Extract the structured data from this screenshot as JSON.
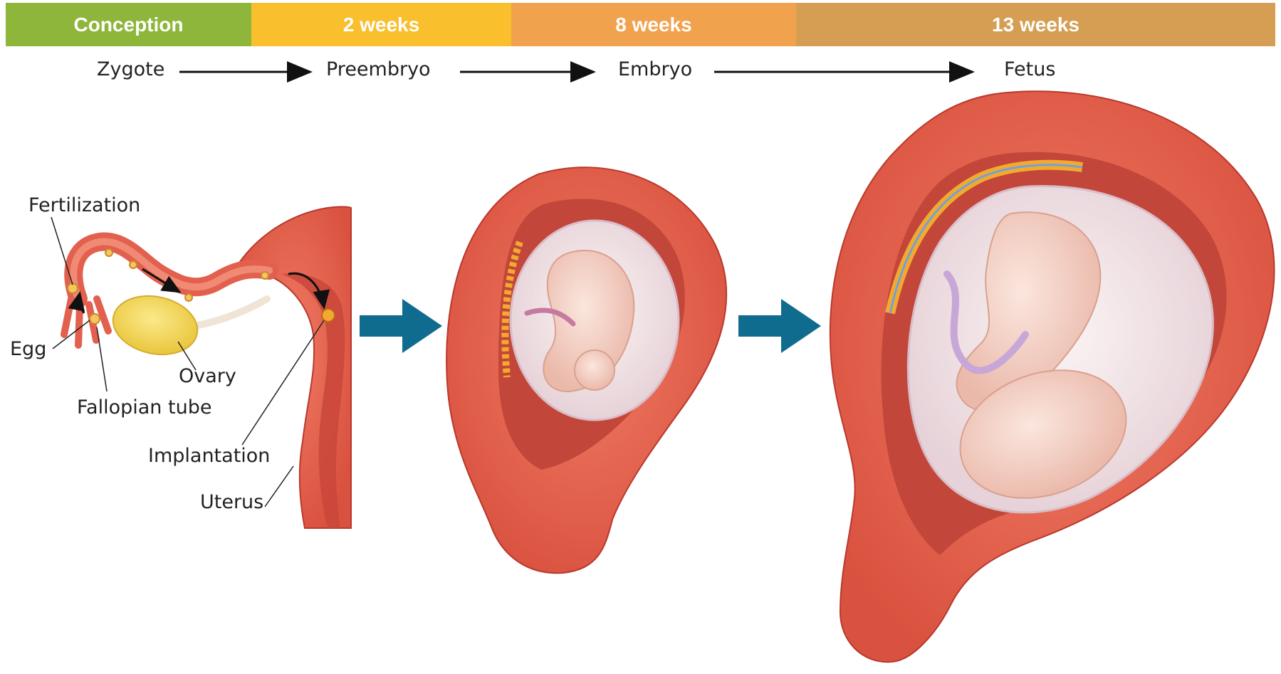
{
  "timeline": {
    "segments": [
      {
        "label": "Conception",
        "color": "#8db63b"
      },
      {
        "label": "2 weeks",
        "color": "#f9bf2d"
      },
      {
        "label": "8 weeks",
        "color": "#f1a24c"
      },
      {
        "label": "13 weeks",
        "color": "#d69e53"
      }
    ],
    "stages": [
      "Zygote",
      "Preembryo",
      "Embryo",
      "Fetus"
    ]
  },
  "labels": {
    "fertilization": "Fertilization",
    "egg": "Egg",
    "ovary": "Ovary",
    "fallopian_tube": "Fallopian tube",
    "implantation": "Implantation",
    "uterus": "Uterus"
  },
  "colors": {
    "arrow_blue": "#0f6c8f",
    "tissue": "#e5604f",
    "tissue_dark": "#b9382e",
    "placenta": "#f3a930",
    "fetus_skin": "#f7d6cb",
    "amnion": "#f1e6ec"
  }
}
